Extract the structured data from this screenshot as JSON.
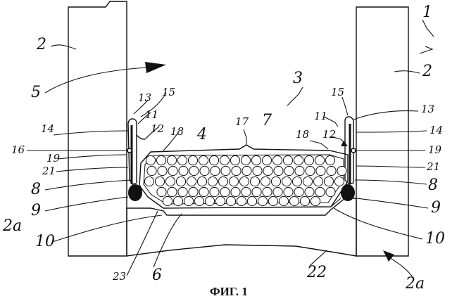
{
  "figure": {
    "caption": "ФИГ. 1",
    "labels": {
      "l1": "1",
      "l2_left": "2",
      "l2_right": "2",
      "l2a_left": "2a",
      "l2a_right": "2a",
      "l3": "3",
      "l4": "4",
      "l5": "5",
      "l6": "6",
      "l7": "7",
      "l8_left": "8",
      "l8_right": "8",
      "l9_left": "9",
      "l9_right": "9",
      "l10_left": "10",
      "l10_right": "10",
      "l11_left": "11",
      "l11_right": "11",
      "l12_left": "12",
      "l12_right": "12",
      "l13_left": "13",
      "l13_right": "13",
      "l14_left": "14",
      "l14_right": "14",
      "l15_left": "15",
      "l15_right": "15",
      "l16": "16",
      "l17": "17",
      "l18_left": "18",
      "l18_right": "18",
      "l19_left": "19",
      "l19_right": "19",
      "l21_left": "21",
      "l21_right": "21",
      "l22": "22",
      "l23": "23"
    }
  }
}
